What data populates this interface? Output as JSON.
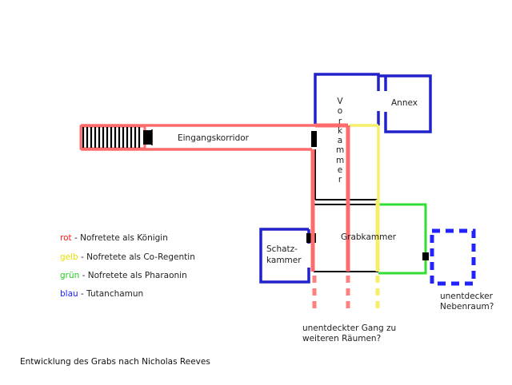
{
  "rooms": {
    "corridor": "Eingangskorridor",
    "antechamber": "Vorkammer",
    "annex": "Annex",
    "burial": "Grabkammer",
    "treasury_line1": "Schatz-",
    "treasury_line2": "kammer"
  },
  "legend": [
    {
      "color_name": "rot",
      "text": " - Nofretete als Königin",
      "color": "#ff1a1a"
    },
    {
      "color_name": "gelb",
      "text": " - Nofretete als Co-Regentin",
      "color": "#e8e000"
    },
    {
      "color_name": "grün",
      "text": " - Nofretete als Pharaonin",
      "color": "#22cc22"
    },
    {
      "color_name": "blau",
      "text": " - Tutanchamun",
      "color": "#1a1aff"
    }
  ],
  "notes": {
    "corridor_line1": "unentdeckter Gang zu",
    "corridor_line2": "weiteren Räumen?",
    "side_line1": "unentdecker",
    "side_line2": "Nebenraum?"
  },
  "caption": "Entwicklung des Grabs nach Nicholas Reeves",
  "colors": {
    "red": "#ff6b6b",
    "yellow": "#f5ef6a",
    "green": "#33dd33",
    "blue": "#2222cc",
    "black": "#000000"
  }
}
